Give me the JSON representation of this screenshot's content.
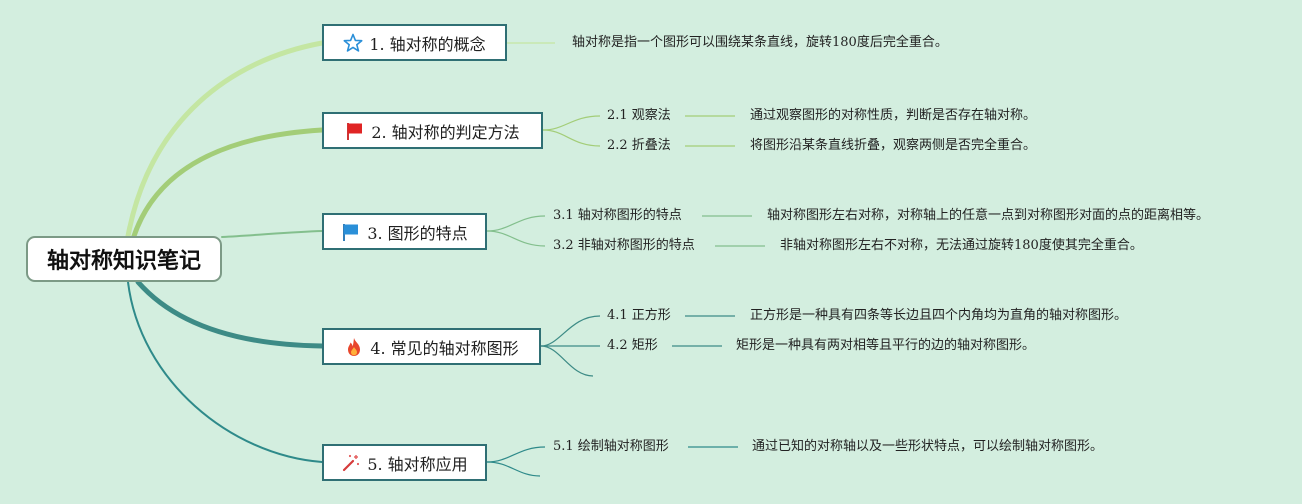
{
  "root": {
    "title": "轴对称知识笔记"
  },
  "topics": [
    {
      "label": "1. 轴对称的概念",
      "icon": "star-icon",
      "description": "轴对称是指一个图形可以围绕某条直线，旋转180度后完全重合。",
      "subtopics": []
    },
    {
      "label": "2. 轴对称的判定方法",
      "icon": "red-flag-icon",
      "subtopics": [
        {
          "label": "2.1 观察法",
          "description": "通过观察图形的对称性质，判断是否存在轴对称。"
        },
        {
          "label": "2.2 折叠法",
          "description": "将图形沿某条直线折叠，观察两侧是否完全重合。"
        }
      ]
    },
    {
      "label": "3. 图形的特点",
      "icon": "blue-flag-icon",
      "subtopics": [
        {
          "label": "3.1 轴对称图形的特点",
          "description": "轴对称图形左右对称，对称轴上的任意一点到对称图形对面的点的距离相等。"
        },
        {
          "label": "3.2 非轴对称图形的特点",
          "description": "非轴对称图形左右不对称，无法通过旋转180度使其完全重合。"
        }
      ]
    },
    {
      "label": "4. 常见的轴对称图形",
      "icon": "fire-icon",
      "subtopics": [
        {
          "label": "4.1 正方形",
          "description": "正方形是一种具有四条等长边且四个内角均为直角的轴对称图形。"
        },
        {
          "label": "4.2 矩形",
          "description": "矩形是一种具有两对相等且平行的边的轴对称图形。"
        }
      ]
    },
    {
      "label": "5. 轴对称应用",
      "icon": "magic-wand-icon",
      "subtopics": [
        {
          "label": "5.1 绘制轴对称图形",
          "description": "通过已知的对称轴以及一些形状特点，可以绘制轴对称图形。"
        }
      ]
    }
  ],
  "colors": {
    "background": "#d3eedf",
    "branch1": "#c2e6a0",
    "branch2": "#a2cc78",
    "branch3": "#7fbc8c",
    "branch4": "#3d8b86",
    "branch5": "#2e8a8a",
    "node_border": "#2f6f74"
  }
}
